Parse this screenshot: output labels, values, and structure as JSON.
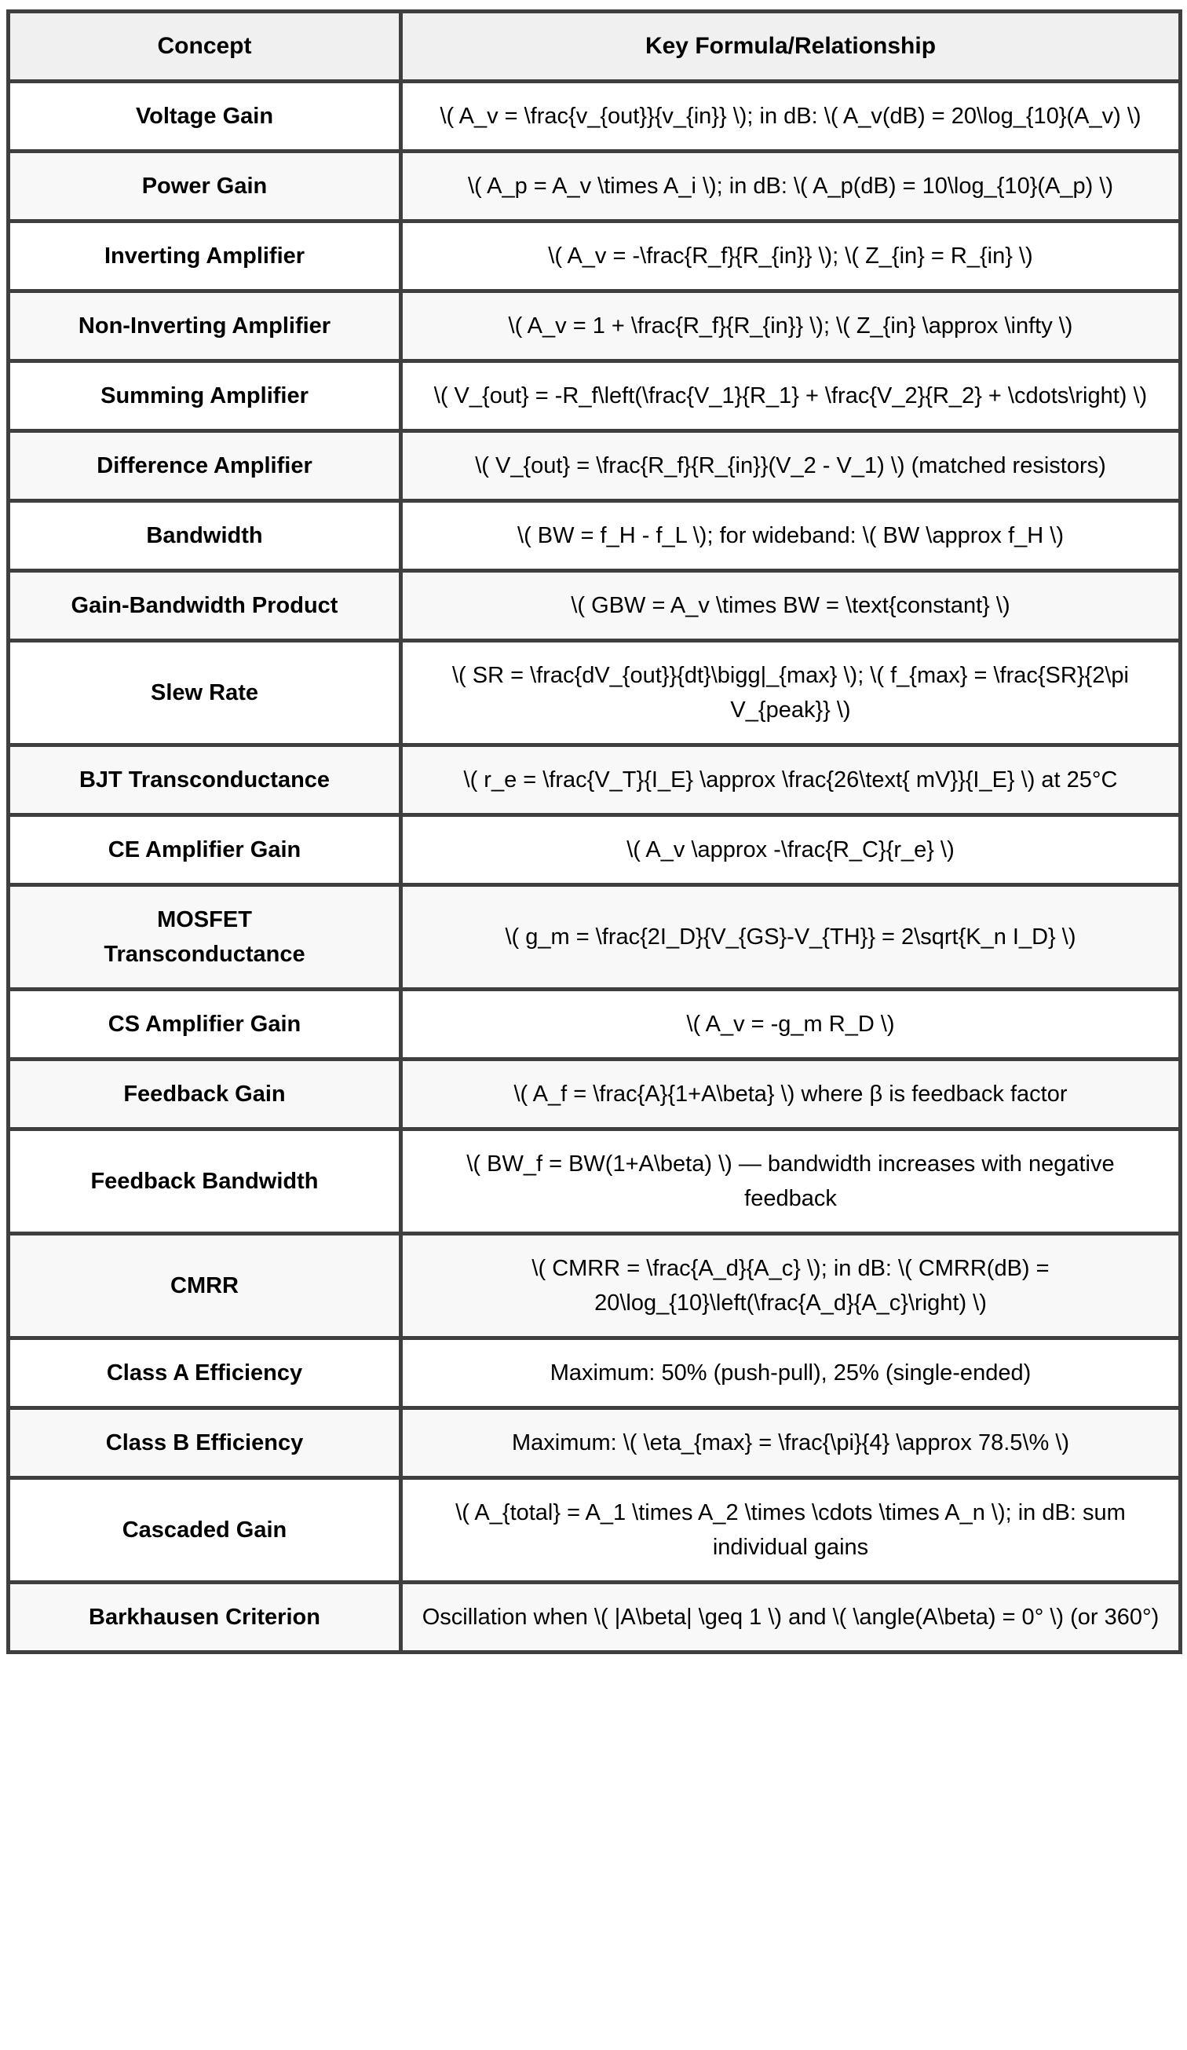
{
  "colors": {
    "border": "#3f3f3f",
    "header_bg": "#f0f0f0",
    "stripe_bg": "#f8f8f8",
    "text": "#000000",
    "page_bg": "#ffffff"
  },
  "table": {
    "headers": {
      "concept": "Concept",
      "formula": "Key Formula/Relationship"
    },
    "rows": [
      {
        "concept": "Voltage Gain",
        "formula": "\\( A_v = \\frac{v_{out}}{v_{in}} \\); in dB: \\( A_v(dB) = 20\\log_{10}(A_v) \\)"
      },
      {
        "concept": "Power Gain",
        "formula": "\\( A_p = A_v \\times A_i \\); in dB: \\( A_p(dB) = 10\\log_{10}(A_p) \\)"
      },
      {
        "concept": "Inverting Amplifier",
        "formula": "\\( A_v = -\\frac{R_f}{R_{in}} \\); \\( Z_{in} = R_{in} \\)"
      },
      {
        "concept": "Non-Inverting Amplifier",
        "formula": "\\( A_v = 1 + \\frac{R_f}{R_{in}} \\); \\( Z_{in} \\approx \\infty \\)"
      },
      {
        "concept": "Summing Amplifier",
        "formula": "\\( V_{out} = -R_f\\left(\\frac{V_1}{R_1} + \\frac{V_2}{R_2} + \\cdots\\right) \\)"
      },
      {
        "concept": "Difference Amplifier",
        "formula": "\\( V_{out} = \\frac{R_f}{R_{in}}(V_2 - V_1) \\) (matched resistors)"
      },
      {
        "concept": "Bandwidth",
        "formula": "\\( BW = f_H - f_L \\); for wideband: \\( BW \\approx f_H \\)"
      },
      {
        "concept": "Gain-Bandwidth Product",
        "formula": "\\( GBW = A_v \\times BW = \\text{constant} \\)"
      },
      {
        "concept": "Slew Rate",
        "formula": "\\( SR = \\frac{dV_{out}}{dt}\\bigg|_{max} \\); \\( f_{max} = \\frac{SR}{2\\pi V_{peak}} \\)"
      },
      {
        "concept": "BJT Transconductance",
        "formula": "\\( r_e = \\frac{V_T}{I_E} \\approx \\frac{26\\text{ mV}}{I_E} \\) at 25°C"
      },
      {
        "concept": "CE Amplifier Gain",
        "formula": "\\( A_v \\approx -\\frac{R_C}{r_e} \\)"
      },
      {
        "concept": "MOSFET Transconductance",
        "formula": "\\( g_m = \\frac{2I_D}{V_{GS}-V_{TH}} = 2\\sqrt{K_n I_D} \\)"
      },
      {
        "concept": "CS Amplifier Gain",
        "formula": "\\( A_v = -g_m R_D \\)"
      },
      {
        "concept": "Feedback Gain",
        "formula": "\\( A_f = \\frac{A}{1+A\\beta} \\) where β is feedback factor"
      },
      {
        "concept": "Feedback Bandwidth",
        "formula": "\\( BW_f = BW(1+A\\beta) \\) — bandwidth increases with negative feedback"
      },
      {
        "concept": "CMRR",
        "formula": "\\( CMRR = \\frac{A_d}{A_c} \\); in dB: \\( CMRR(dB) = 20\\log_{10}\\left(\\frac{A_d}{A_c}\\right) \\)"
      },
      {
        "concept": "Class A Efficiency",
        "formula": "Maximum: 50% (push-pull), 25% (single-ended)"
      },
      {
        "concept": "Class B Efficiency",
        "formula": "Maximum: \\( \\eta_{max} = \\frac{\\pi}{4} \\approx 78.5\\% \\)"
      },
      {
        "concept": "Cascaded Gain",
        "formula": "\\( A_{total} = A_1 \\times A_2 \\times \\cdots \\times A_n \\); in dB: sum individual gains"
      },
      {
        "concept": "Barkhausen Criterion",
        "formula": "Oscillation when \\( |A\\beta| \\geq 1 \\) and \\( \\angle(A\\beta) = 0° \\) (or 360°)"
      }
    ]
  }
}
